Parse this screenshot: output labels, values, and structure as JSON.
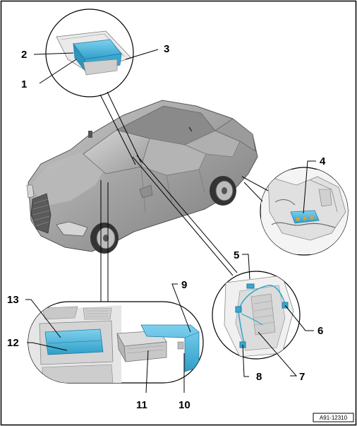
{
  "callouts": {
    "n1": "1",
    "n2": "2",
    "n3": "3",
    "n4": "4",
    "n5": "5",
    "n6": "6",
    "n7": "7",
    "n8": "8",
    "n9": "9",
    "n10": "10",
    "n11": "11",
    "n12": "12",
    "n13": "13"
  },
  "reference_code": "A91-12310",
  "colors": {
    "component": "#52b8dc",
    "body": "#a3a3a3",
    "line": "#000000"
  }
}
